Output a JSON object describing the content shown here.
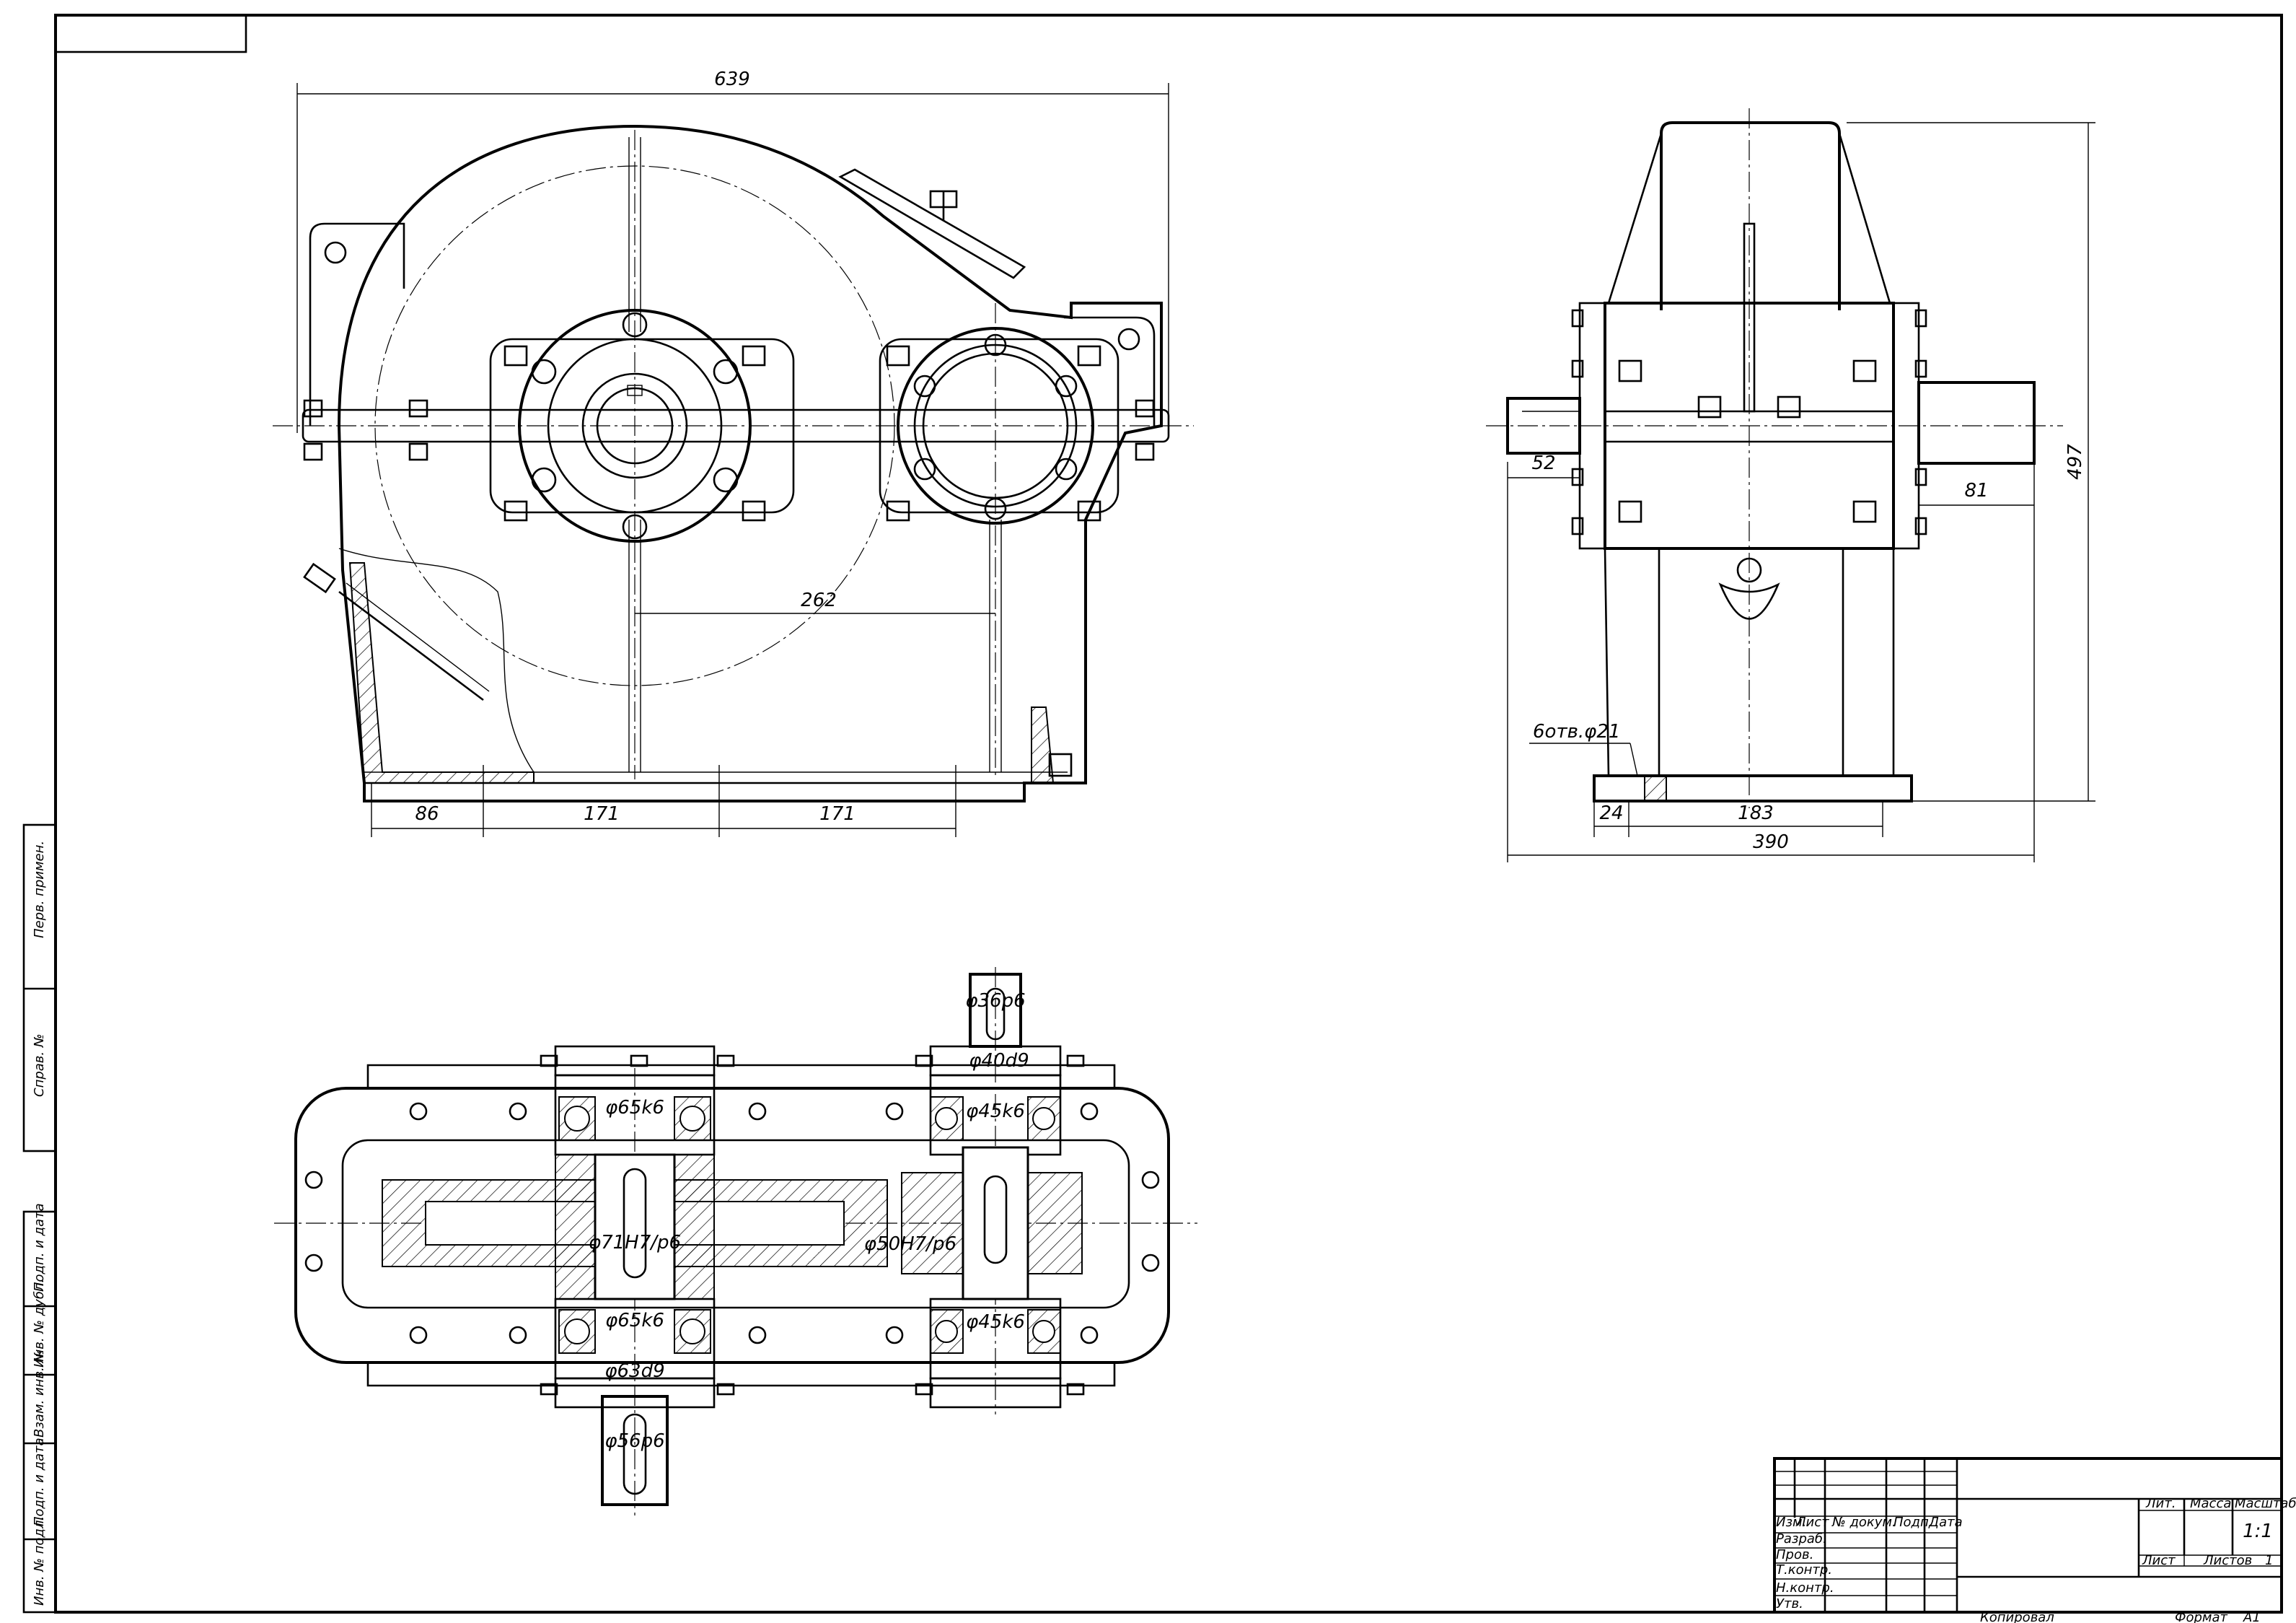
{
  "drawing": {
    "front_view": {
      "overall_width": "639",
      "center_distance": "262",
      "foot_left": "86",
      "foot_mid_1": "171",
      "foot_mid_2": "171"
    },
    "side_view": {
      "height": "497",
      "shaft_left": "52",
      "shaft_right": "81",
      "holes_note": "6отв.φ21",
      "foot_edge": "24",
      "foot_span": "183",
      "overall_depth": "390"
    },
    "plan_view": {
      "fit_output_shaft_end": "φ36p6",
      "fit_seal_fast": "φ40d9",
      "fit_bearing_fast_top": "φ45k6",
      "fit_bearing_slow_top": "φ65k6",
      "fit_gear_slow": "φ71H7/p6",
      "fit_gear_fast": "φ50H7/p6",
      "fit_bearing_slow_bottom": "φ65k6",
      "fit_bearing_fast_bottom": "φ45k6",
      "fit_seal_slow": "φ63d9",
      "fit_input_shaft_end": "φ56p6"
    }
  },
  "side_strip": {
    "labels": [
      "Перв. примен.",
      "Справ. №",
      "Подп. и дата",
      "Инв. № дубл.",
      "Взам. инв. №",
      "Подп. и дата",
      "Инв. № подл."
    ]
  },
  "title_block": {
    "headers": {
      "izm": "Изм.",
      "list": "Лист",
      "doc": "№ докум.",
      "sign": "Подп.",
      "date": "Дата"
    },
    "rows": [
      "Разраб.",
      "Пров.",
      "Т.контр.",
      "Н.контр.",
      "Утв."
    ],
    "lit": "Лит.",
    "mass": "Масса",
    "scale_label": "Масштаб",
    "scale_value": "1:1",
    "sheet_label": "Лист",
    "sheets_label": "Листов",
    "sheets_value": "1"
  },
  "footer": {
    "copied": "Копировал",
    "format_label": "Формат",
    "format_value": "А1"
  }
}
